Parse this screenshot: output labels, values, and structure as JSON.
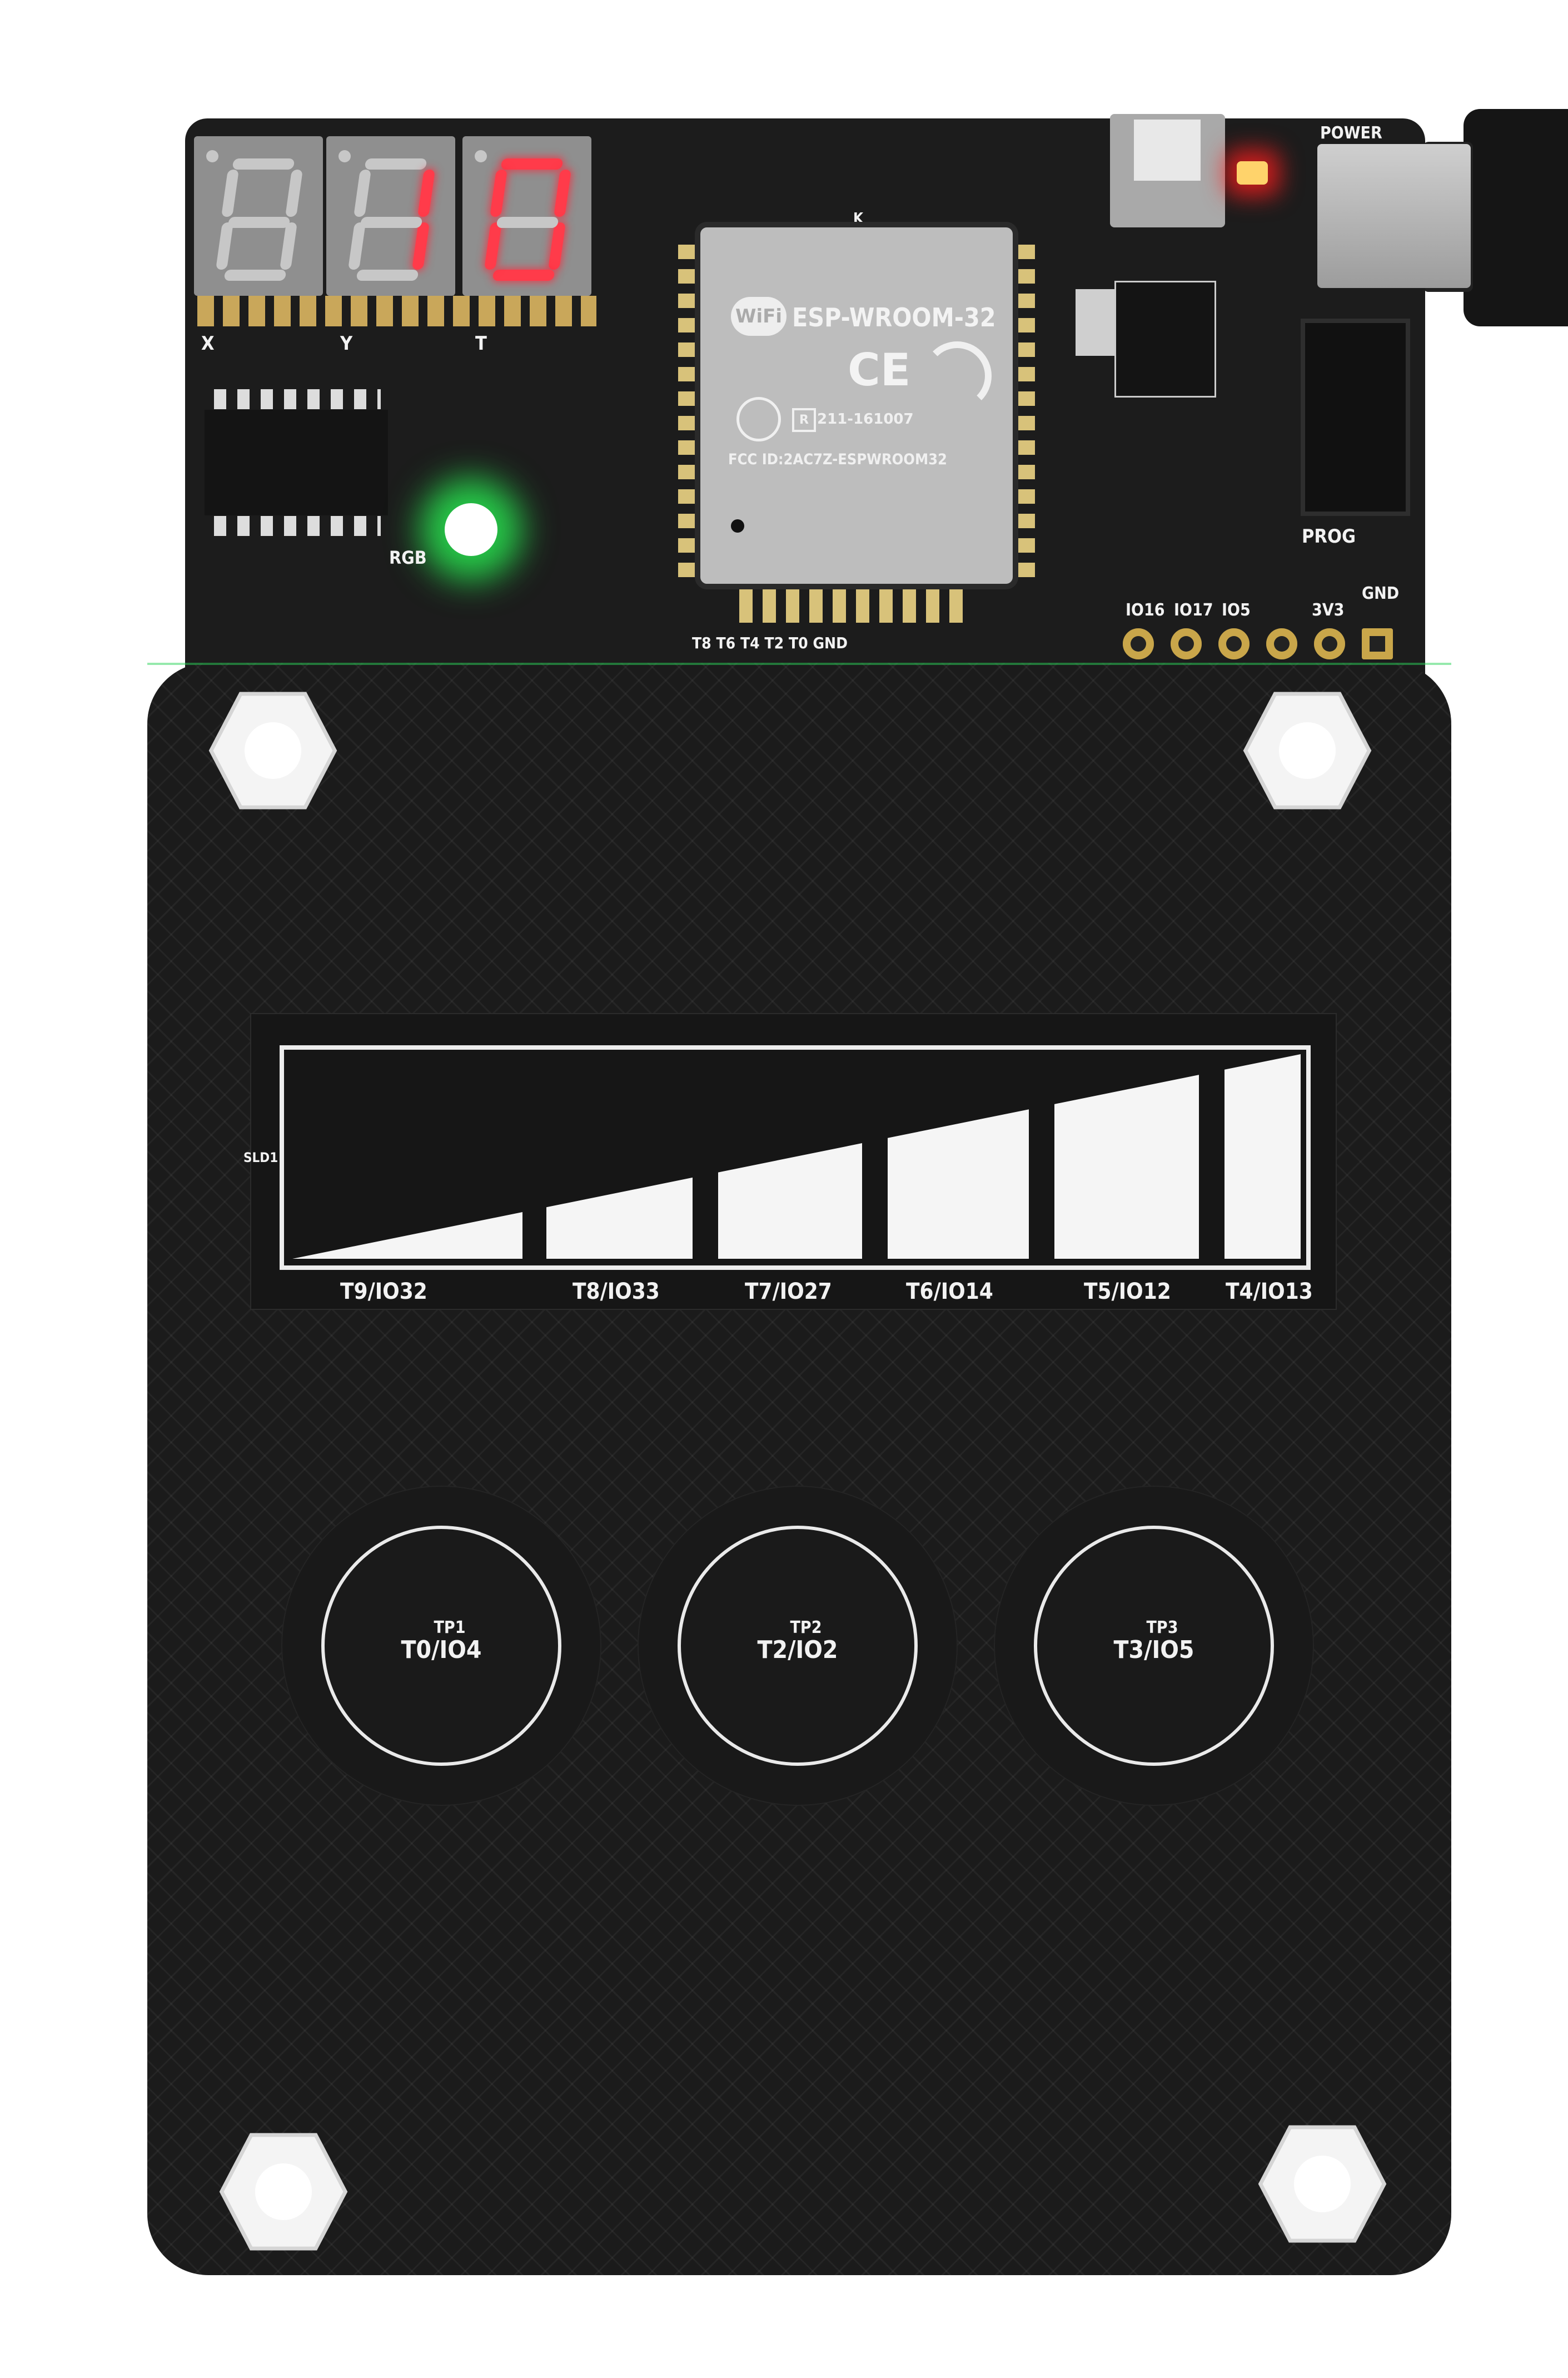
{
  "board": {
    "module_name": "ESP-WROOM-32",
    "wifi_logo_text": "WiFi",
    "fcc_id": "FCC ID:2AC7Z-ESPWROOM32",
    "cert_number": "211-161007",
    "ce_mark": "CE",
    "k_label": "K",
    "rgb_label": "RGB",
    "power_label": "POWER",
    "prog_label": "PROG",
    "header_labels": [
      "IO16",
      "IO17",
      "IO5",
      "3V3",
      "GND"
    ],
    "bottom_pin_labels": "T8  T6  T4  T2  T0  GND",
    "colors": {
      "pcb": "#1c1c1c",
      "segment_on": "#ff3b4a",
      "segment_off": "#c7c7c7",
      "rgb_led": "#28e650",
      "power_led": "#ff2020"
    }
  },
  "seven_segment": [
    {
      "label": "X",
      "digit": ""
    },
    {
      "label": "Y",
      "digit": "1"
    },
    {
      "label": "T",
      "digit": "0"
    }
  ],
  "touch_board": {
    "slider_label": "SLD1",
    "slider_pads": [
      "T9/IO32",
      "T8/IO33",
      "T7/IO27",
      "T6/IO14",
      "T5/IO12",
      "T4/IO13"
    ],
    "buttons": [
      {
        "name": "TP1",
        "pin": "T0/IO4"
      },
      {
        "name": "TP2",
        "pin": "T2/IO2"
      },
      {
        "name": "TP3",
        "pin": "T3/IO5"
      }
    ]
  }
}
